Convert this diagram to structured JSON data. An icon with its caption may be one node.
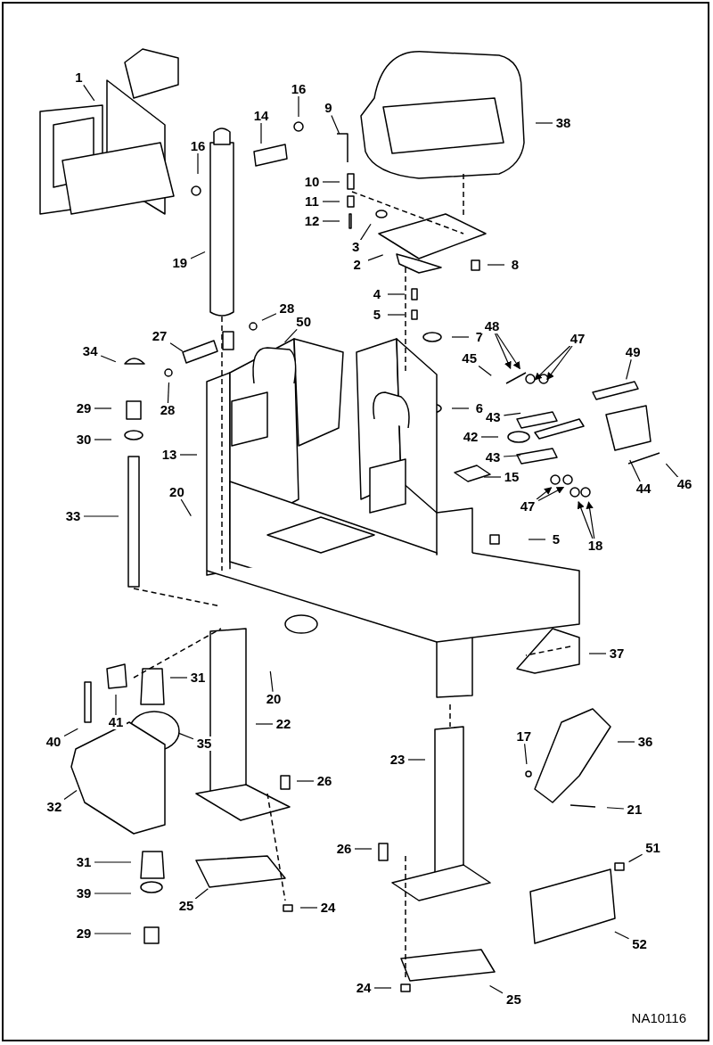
{
  "diagram": {
    "nodes": [
      {
        "text": [
          "1"
        ]
      },
      {
        "text": [
          "16"
        ]
      },
      {
        "text": [
          "14"
        ]
      },
      {
        "text": [
          "9"
        ]
      },
      {
        "text": [
          "16"
        ]
      },
      {
        "text": [
          "38"
        ]
      },
      {
        "text": [
          "10"
        ]
      },
      {
        "text": [
          "11"
        ]
      },
      {
        "text": [
          "12"
        ]
      },
      {
        "text": [
          "3"
        ]
      },
      {
        "text": [
          "19"
        ]
      },
      {
        "text": [
          "2"
        ]
      },
      {
        "text": [
          "8"
        ]
      },
      {
        "text": [
          "4"
        ]
      },
      {
        "text": [
          "5"
        ]
      },
      {
        "text": [
          "28"
        ]
      },
      {
        "text": [
          "7"
        ]
      },
      {
        "text": [
          "34"
        ]
      },
      {
        "text": [
          "27"
        ]
      },
      {
        "text": [
          "50"
        ]
      },
      {
        "text": [
          "48"
        ]
      },
      {
        "text": [
          "47"
        ]
      },
      {
        "text": [
          "45"
        ]
      },
      {
        "text": [
          "49"
        ]
      },
      {
        "text": [
          "28"
        ]
      },
      {
        "text": [
          "29"
        ]
      },
      {
        "text": [
          "6"
        ]
      },
      {
        "text": [
          "43"
        ]
      },
      {
        "text": [
          "30"
        ]
      },
      {
        "text": [
          "42"
        ]
      },
      {
        "text": [
          "13"
        ]
      },
      {
        "text": [
          "44"
        ]
      },
      {
        "text": [
          "46"
        ]
      },
      {
        "text": [
          "43"
        ]
      },
      {
        "text": [
          "15"
        ]
      },
      {
        "text": [
          "20"
        ]
      },
      {
        "text": [
          "47"
        ]
      },
      {
        "text": [
          "18"
        ]
      },
      {
        "text": [
          "5"
        ]
      },
      {
        "text": [
          "33"
        ]
      },
      {
        "text": [
          "37"
        ]
      },
      {
        "text": [
          "20"
        ]
      },
      {
        "text": [
          "31"
        ]
      },
      {
        "text": [
          "41"
        ]
      },
      {
        "text": [
          "22"
        ]
      },
      {
        "text": [
          "35"
        ]
      },
      {
        "text": [
          "40"
        ]
      },
      {
        "text": [
          "23"
        ]
      },
      {
        "text": [
          "36"
        ]
      },
      {
        "text": [
          "17"
        ]
      },
      {
        "text": [
          "32"
        ]
      },
      {
        "text": [
          "26"
        ]
      },
      {
        "text": [
          "21"
        ]
      },
      {
        "text": [
          "31"
        ]
      },
      {
        "text": [
          "26"
        ]
      },
      {
        "text": [
          "51"
        ]
      },
      {
        "text": [
          "39"
        ]
      },
      {
        "text": [
          "25"
        ]
      },
      {
        "text": [
          "24"
        ]
      },
      {
        "text": [
          "29"
        ]
      },
      {
        "text": [
          "52"
        ]
      },
      {
        "text": [
          "24"
        ]
      },
      {
        "text": [
          "25"
        ]
      }
    ],
    "edges": [
      {
        "from": 0,
        "to": null,
        "arrow": "none"
      },
      {
        "from": 1,
        "to": null,
        "arrow": "none"
      },
      {
        "from": 2,
        "to": null,
        "arrow": "none"
      },
      {
        "from": 3,
        "to": null,
        "arrow": "none"
      },
      {
        "from": 4,
        "to": null,
        "arrow": "none"
      },
      {
        "from": 5,
        "to": null,
        "arrow": "none"
      },
      {
        "from": 6,
        "to": null,
        "arrow": "none"
      },
      {
        "from": 7,
        "to": null,
        "arrow": "none"
      },
      {
        "from": 8,
        "to": null,
        "arrow": "none"
      },
      {
        "from": 9,
        "to": null,
        "arrow": "none"
      },
      {
        "from": 10,
        "to": null,
        "arrow": "none"
      },
      {
        "from": 11,
        "to": null,
        "arrow": "none"
      },
      {
        "from": 12,
        "to": null,
        "arrow": "none"
      },
      {
        "from": 13,
        "to": null,
        "arrow": "none"
      },
      {
        "from": 14,
        "to": null,
        "arrow": "none"
      },
      {
        "from": 15,
        "to": null,
        "arrow": "none"
      },
      {
        "from": 16,
        "to": null,
        "arrow": "none"
      },
      {
        "from": 17,
        "to": null,
        "arrow": "none"
      },
      {
        "from": 18,
        "to": null,
        "arrow": "none"
      },
      {
        "from": 19,
        "to": null,
        "arrow": "none"
      },
      {
        "from": 20,
        "to": null,
        "arrow": "to"
      },
      {
        "from": 20,
        "to": null,
        "arrow": "to"
      },
      {
        "from": 21,
        "to": null,
        "arrow": "to"
      },
      {
        "from": 21,
        "to": null,
        "arrow": "to"
      },
      {
        "from": 22,
        "to": null,
        "arrow": "none"
      },
      {
        "from": 23,
        "to": null,
        "arrow": "none"
      },
      {
        "from": 24,
        "to": null,
        "arrow": "none"
      },
      {
        "from": 25,
        "to": null,
        "arrow": "none"
      },
      {
        "from": 26,
        "to": null,
        "arrow": "none"
      },
      {
        "from": 27,
        "to": null,
        "arrow": "none"
      },
      {
        "from": 28,
        "to": null,
        "arrow": "none"
      },
      {
        "from": 29,
        "to": null,
        "arrow": "none"
      },
      {
        "from": 30,
        "to": null,
        "arrow": "none"
      },
      {
        "from": 31,
        "to": null,
        "arrow": "none"
      },
      {
        "from": 32,
        "to": null,
        "arrow": "none"
      },
      {
        "from": 33,
        "to": null,
        "arrow": "none"
      },
      {
        "from": 34,
        "to": null,
        "arrow": "none"
      },
      {
        "from": 35,
        "to": null,
        "arrow": "none"
      },
      {
        "from": 36,
        "to": null,
        "arrow": "to"
      },
      {
        "from": 36,
        "to": null,
        "arrow": "to"
      },
      {
        "from": 37,
        "to": null,
        "arrow": "to"
      },
      {
        "from": 37,
        "to": null,
        "arrow": "to"
      },
      {
        "from": 38,
        "to": null,
        "arrow": "none"
      },
      {
        "from": 39,
        "to": null,
        "arrow": "none"
      },
      {
        "from": 40,
        "to": null,
        "arrow": "none"
      },
      {
        "from": 41,
        "to": null,
        "arrow": "none"
      },
      {
        "from": 42,
        "to": null,
        "arrow": "none"
      },
      {
        "from": 43,
        "to": null,
        "arrow": "none"
      },
      {
        "from": 44,
        "to": null,
        "arrow": "none"
      },
      {
        "from": 45,
        "to": null,
        "arrow": "none"
      },
      {
        "from": 46,
        "to": null,
        "arrow": "none"
      },
      {
        "from": 47,
        "to": null,
        "arrow": "none"
      },
      {
        "from": 48,
        "to": null,
        "arrow": "none"
      },
      {
        "from": 49,
        "to": null,
        "arrow": "none"
      },
      {
        "from": 50,
        "to": null,
        "arrow": "none"
      },
      {
        "from": 51,
        "to": null,
        "arrow": "none"
      },
      {
        "from": 52,
        "to": null,
        "arrow": "none"
      },
      {
        "from": 53,
        "to": null,
        "arrow": "none"
      },
      {
        "from": 54,
        "to": null,
        "arrow": "none"
      },
      {
        "from": 55,
        "to": null,
        "arrow": "none"
      },
      {
        "from": 56,
        "to": null,
        "arrow": "none"
      },
      {
        "from": 57,
        "to": null,
        "arrow": "none"
      },
      {
        "from": 58,
        "to": null,
        "arrow": "none"
      },
      {
        "from": 59,
        "to": null,
        "arrow": "none"
      },
      {
        "from": 60,
        "to": null,
        "arrow": "none"
      },
      {
        "from": 61,
        "to": null,
        "arrow": "none"
      },
      {
        "from": 62,
        "to": null,
        "arrow": "none"
      }
    ],
    "labels": [
      "NA10116"
    ]
  }
}
